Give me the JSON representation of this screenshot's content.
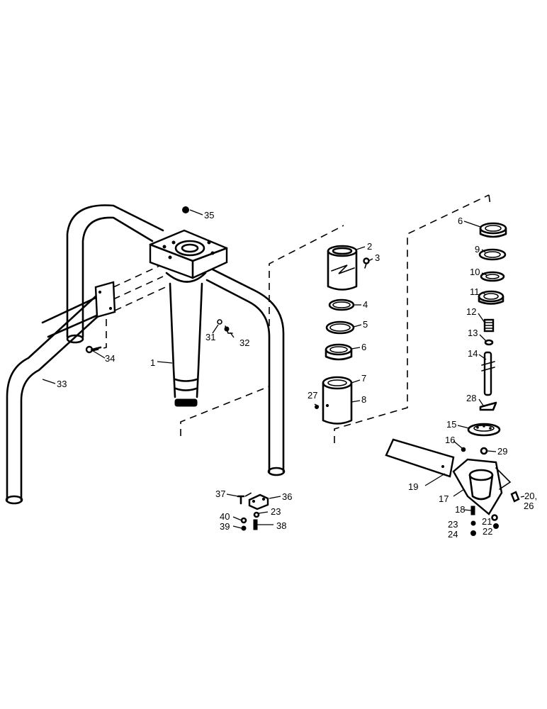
{
  "callouts": {
    "c1": "1",
    "c2": "2",
    "c3": "3",
    "c4": "4",
    "c5": "5",
    "c6a": "6",
    "c6b": "6",
    "c7": "7",
    "c8": "8",
    "c9": "9",
    "c10": "10",
    "c11": "11",
    "c12": "12",
    "c13": "13",
    "c14": "14",
    "c15": "15",
    "c16": "16",
    "c17": "17",
    "c18": "18",
    "c19": "19",
    "c20": "20,",
    "c26": "26",
    "c21": "21",
    "c22": "22",
    "c23a": "23",
    "c23b": "23",
    "c24": "24",
    "c27": "27",
    "c28": "28",
    "c29": "29",
    "c31": "31",
    "c32": "32",
    "c33": "33",
    "c34": "34",
    "c35": "35",
    "c36": "36",
    "c37": "37",
    "c38": "38",
    "c39": "39",
    "c40": "40"
  }
}
